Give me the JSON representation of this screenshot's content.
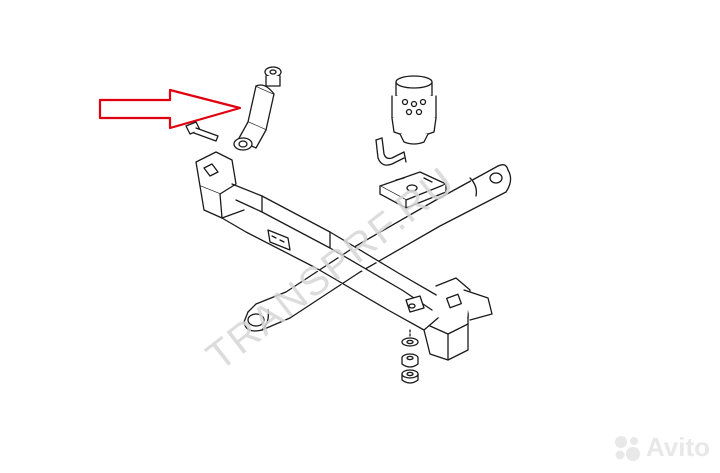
{
  "figure": {
    "type": "exploded-parts-diagram",
    "highlighted_part": "shock-absorber",
    "pointer_color": "#e0000f",
    "line_color": "#1a1a1a"
  },
  "watermark": {
    "text": "TRANSPRF.RU",
    "color": "#d6d6d6"
  },
  "brand_logo": {
    "text": "Avito",
    "icon": "avito-dots-icon",
    "color": "#e8e8e8"
  }
}
